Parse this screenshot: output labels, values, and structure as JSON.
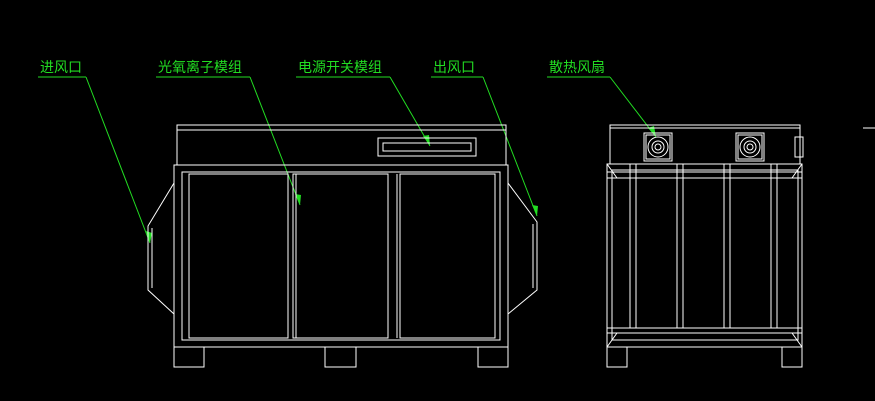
{
  "labels": {
    "inlet": "进风口",
    "uv_module": "光氧离子模组",
    "power_module": "电源开关模组",
    "outlet": "出风口",
    "fan": "散热风扇"
  },
  "colors": {
    "background": "#000000",
    "linework": "#ffffff",
    "leader": "#22dd22"
  }
}
